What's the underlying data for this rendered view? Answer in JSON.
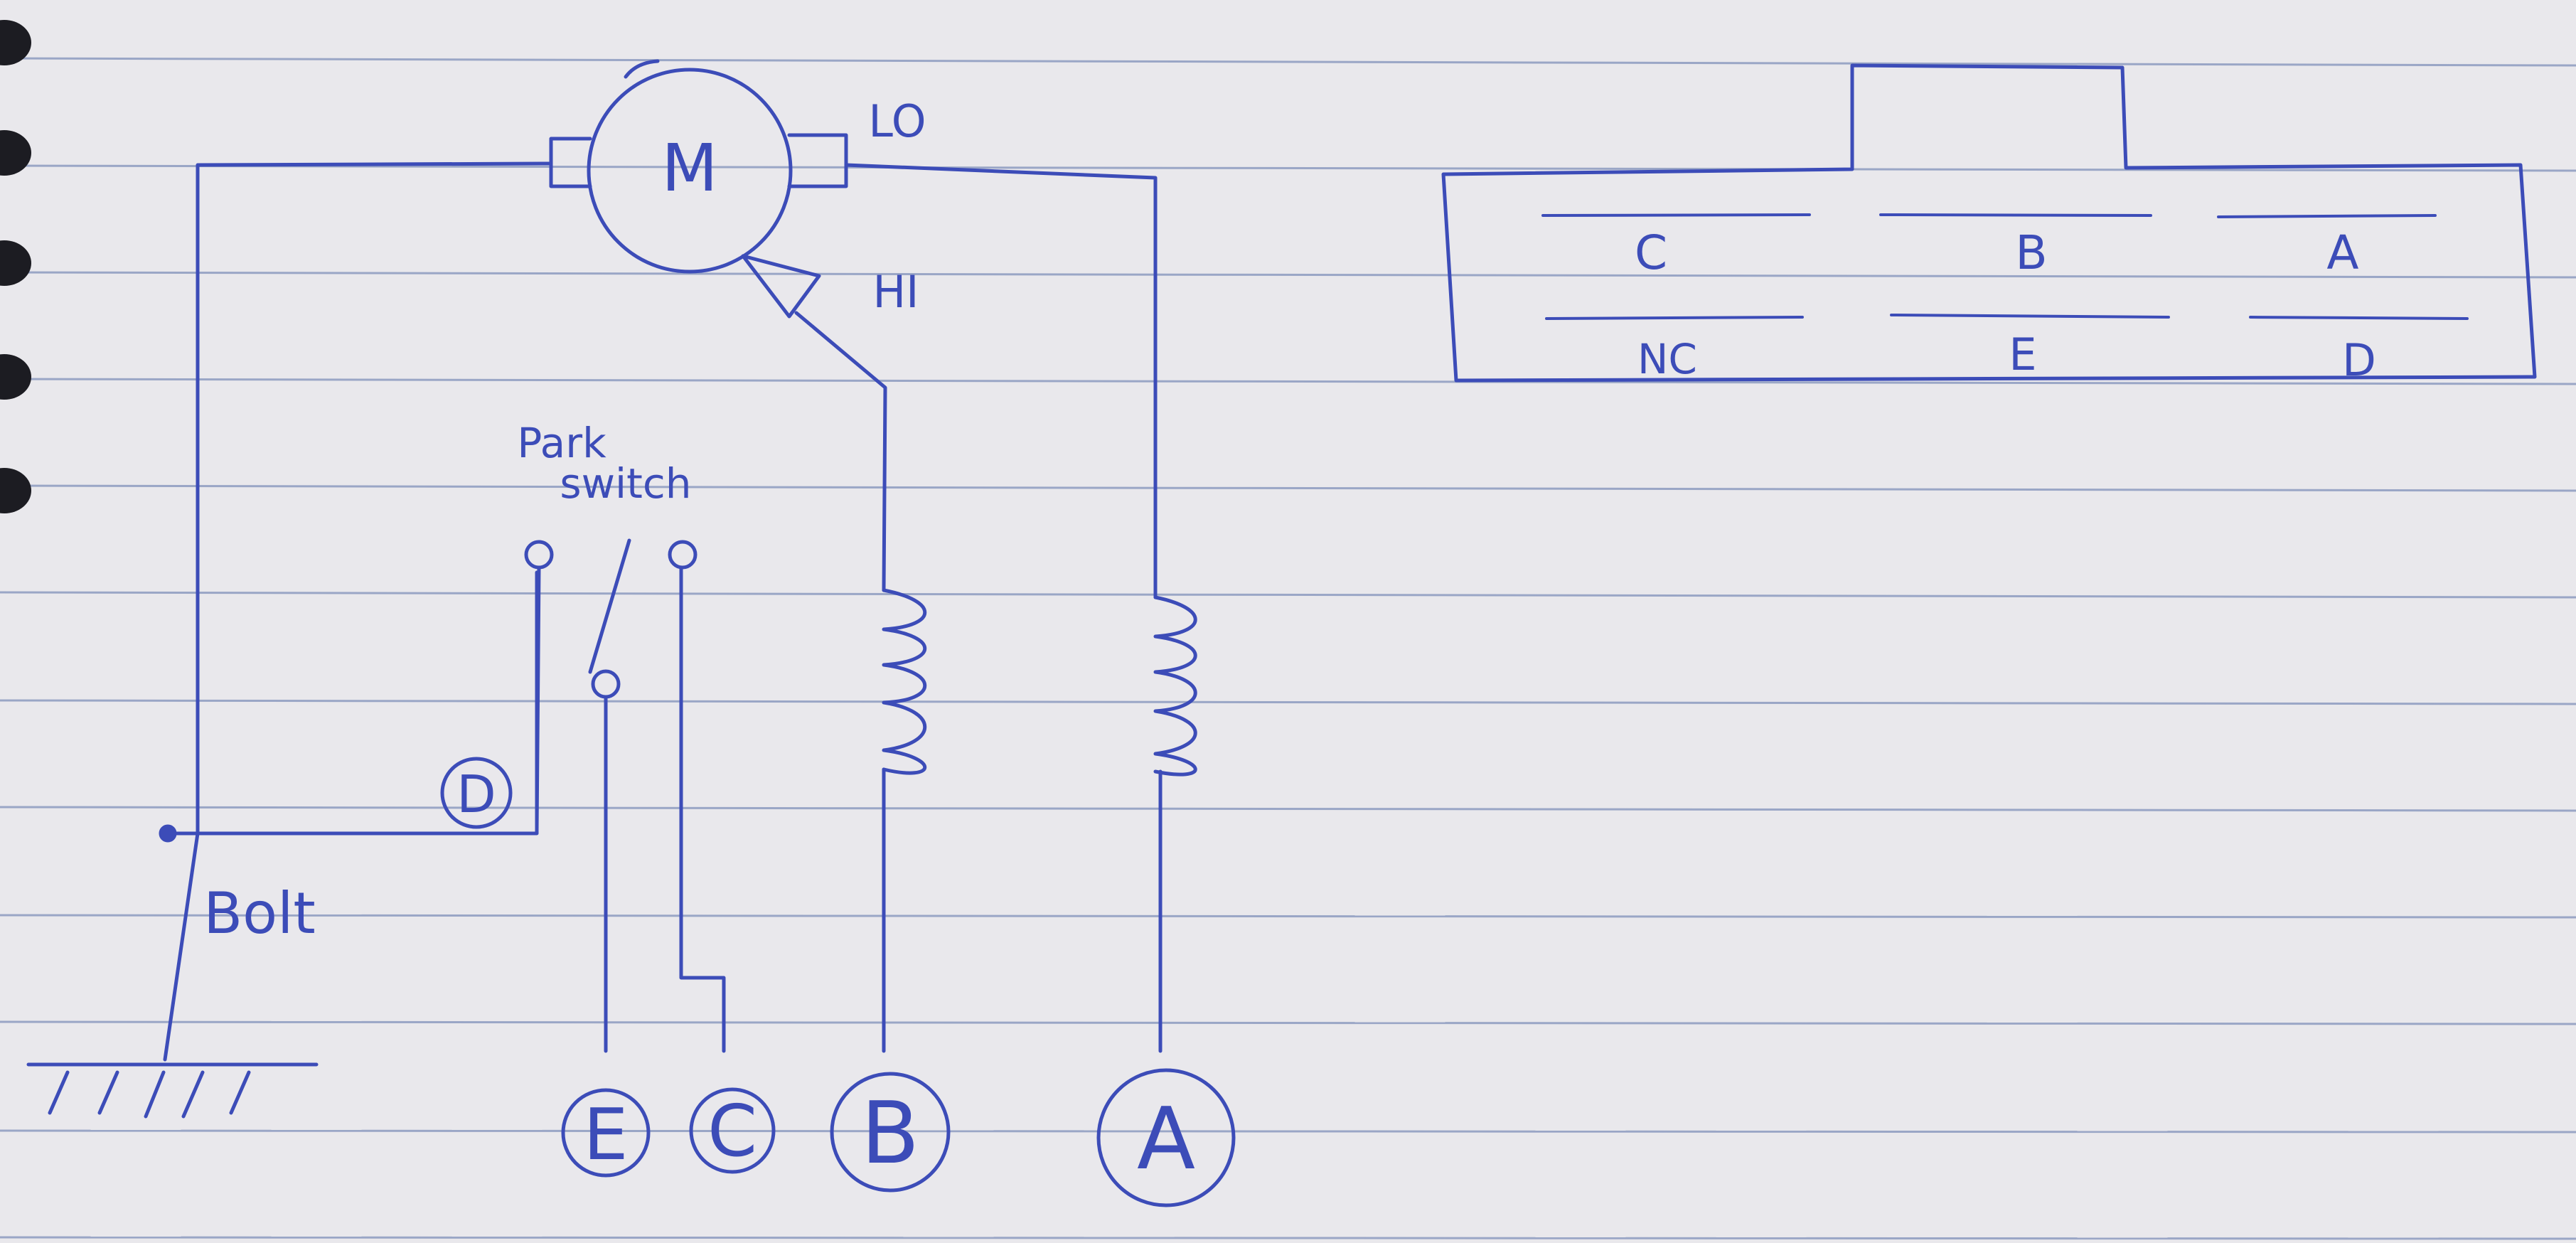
{
  "motor": {
    "symbol": "M",
    "lo_label": "LO",
    "hi_label": "HI"
  },
  "park_switch": {
    "label_line1": "Park",
    "label_line2": "switch"
  },
  "ground": {
    "label": "Bolt"
  },
  "terminals": [
    "E",
    "C",
    "B",
    "A"
  ],
  "ground_terminal": "D",
  "connector": {
    "top_row": [
      "C",
      "B",
      "A"
    ],
    "bottom_row": [
      "NC",
      "E",
      "D"
    ]
  },
  "colors": {
    "ink": "#3c4cb8",
    "paper": "#e9e8ec",
    "rule": "#9aa6c6"
  }
}
